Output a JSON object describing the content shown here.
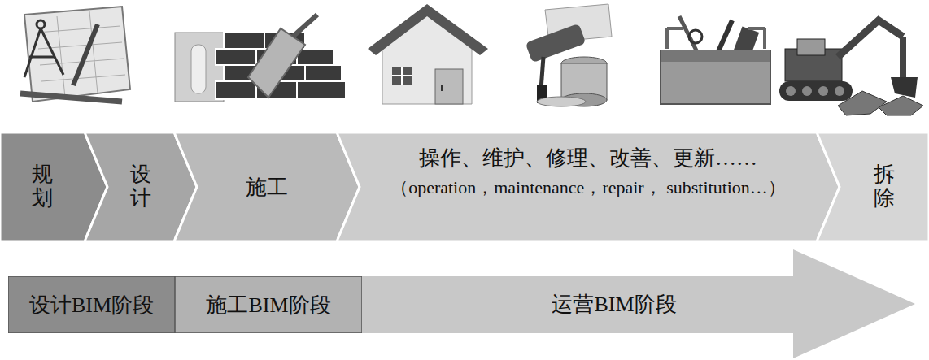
{
  "diagram": {
    "nodes": [
      {
        "text": [
          "规划"
        ]
      },
      {
        "text": [
          "设计"
        ]
      },
      {
        "text": [
          "施工"
        ]
      },
      {
        "text": [
          "操作、维护、修理、改善、更新……",
          "（operation，maintenance，repair， substitution…）"
        ]
      },
      {
        "text": [
          "拆除"
        ]
      },
      {
        "text": [
          "设计BIM阶段"
        ]
      },
      {
        "text": [
          "施工BIM阶段"
        ]
      },
      {
        "text": [
          "运营BIM阶段"
        ]
      }
    ]
  }
}
